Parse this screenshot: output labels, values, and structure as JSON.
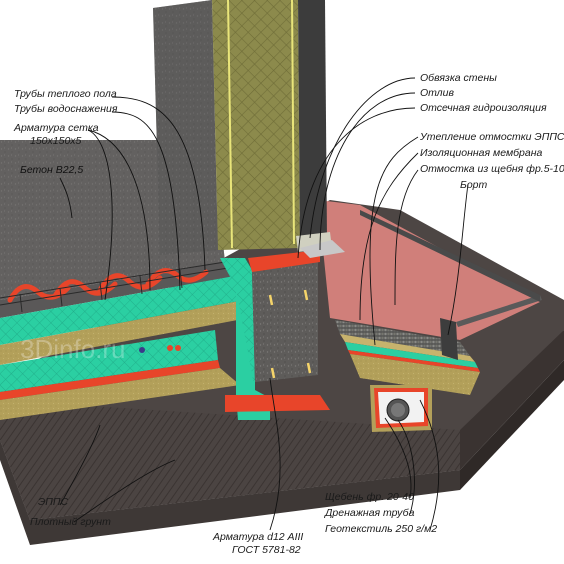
{
  "watermark": "3Dinfo.ru",
  "labels": {
    "floor_heating_pipes": "Трубы теплого пола",
    "water_supply_pipes": "Трубы водоснажения",
    "mesh_rebar": "Арматура сетка",
    "mesh_rebar_size": "150х150х5",
    "concrete": "Бетон В22,5",
    "wall_tie_beam": "Обвязка стены",
    "drip_edge": "Отлив",
    "damp_proof_course": "Отсечная гидроизоляция",
    "blind_area_insulation": "Утепление отмостки ЭППС",
    "insulating_membrane": "Изоляционная мембрана",
    "gravel_blind_area": "Отмостка из щебня фр.5-10",
    "curb": "Борт",
    "eps": "ЭППС",
    "dense_soil": "Плотный грунт",
    "rebar_d12": "Арматура d12 АIII",
    "rebar_standard": "ГОСТ 5781-82",
    "crushed_stone": "Щебень фр. 20-40",
    "drain_pipe": "Дренажная труба",
    "geotextile": "Геотекстиль 250 г/м2"
  },
  "colors": {
    "concrete": "#6e6e6e",
    "eps": "#2ed6a8",
    "membrane": "#e8452a",
    "sand": "#b8a25c",
    "insulation_wall": "#8a8a4a",
    "soil": "#4a4340"
  }
}
